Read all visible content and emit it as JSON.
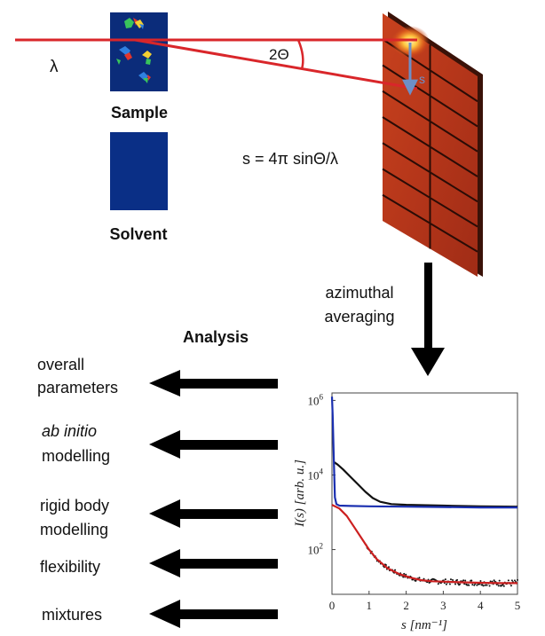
{
  "labels": {
    "lambda": "λ",
    "angle": "2Θ",
    "s_arrow": "s",
    "sample": "Sample",
    "solvent": "Solvent",
    "formula": "s = 4π sinΘ/λ",
    "azimuthal_1": "azimuthal",
    "azimuthal_2": "averaging",
    "analysis": "Analysis"
  },
  "analysis_items": [
    {
      "lines": [
        "overall",
        "parameters"
      ],
      "italic": false
    },
    {
      "lines": [
        "ab initio",
        "modelling"
      ],
      "italic_first": true
    },
    {
      "lines": [
        "rigid body",
        "modelling"
      ],
      "italic": false
    },
    {
      "lines": [
        "flexibility"
      ],
      "italic": false
    },
    {
      "lines": [
        "mixtures"
      ],
      "italic": false
    }
  ],
  "colors": {
    "beam": "#d9262a",
    "detector": "#b83a1c",
    "sample_bg": "#0b2c7a",
    "solvent_bg": "#0a2f86",
    "curve_black": "#111111",
    "curve_blue": "#1a2fb0",
    "curve_red": "#cc2020"
  },
  "chart_data": {
    "type": "line",
    "xlabel": "s [nm⁻¹]",
    "ylabel": "I(s) [arb. u.]",
    "xlim": [
      0,
      5
    ],
    "ylim_log10": [
      0.8,
      6.2
    ],
    "x_ticks": [
      "0",
      "1",
      "2",
      "3",
      "4",
      "5"
    ],
    "y_ticks": [
      {
        "base": "10",
        "exp": "6",
        "value": 6
      },
      {
        "base": "10",
        "exp": "4",
        "value": 4
      },
      {
        "base": "10",
        "exp": "2",
        "value": 2
      }
    ],
    "series": [
      {
        "color": "#111111",
        "x": [
          0.05,
          0.15,
          0.3,
          0.5,
          0.7,
          0.9,
          1.1,
          1.3,
          1.6,
          2.0,
          3.0,
          4.0,
          5.0
        ],
        "log10_y": [
          4.35,
          4.28,
          4.15,
          3.95,
          3.75,
          3.55,
          3.38,
          3.28,
          3.22,
          3.2,
          3.18,
          3.16,
          3.15
        ]
      },
      {
        "color": "#1a2fb0",
        "x": [
          0.0,
          0.02,
          0.05,
          0.08,
          0.12,
          0.2,
          0.5,
          1.0,
          2.0,
          3.0,
          4.0,
          5.0
        ],
        "log10_y": [
          6.1,
          5.6,
          4.4,
          3.4,
          3.22,
          3.18,
          3.17,
          3.16,
          3.15,
          3.14,
          3.13,
          3.13
        ]
      },
      {
        "color": "#cc2020",
        "x": [
          0.0,
          0.2,
          0.4,
          0.6,
          0.8,
          1.0,
          1.2,
          1.5,
          1.8,
          2.1,
          2.4,
          2.7,
          3.0,
          3.5,
          4.0,
          4.5,
          5.0
        ],
        "log10_y": [
          3.2,
          3.1,
          2.9,
          2.6,
          2.3,
          2.0,
          1.75,
          1.5,
          1.35,
          1.25,
          1.18,
          1.15,
          1.14,
          1.12,
          1.11,
          1.1,
          1.1
        ]
      }
    ],
    "scatter_points": {
      "color": "#111111",
      "x_start": 0.9,
      "x_end": 5.0,
      "count": 170,
      "log10_jitter": 0.09
    }
  }
}
